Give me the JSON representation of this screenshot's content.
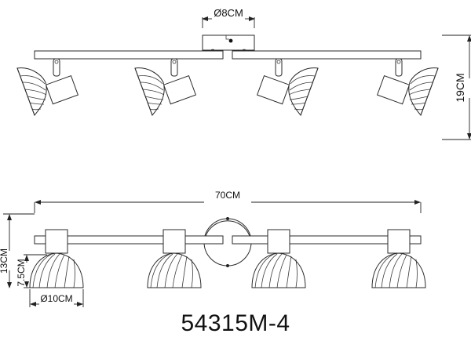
{
  "drawing": {
    "model_number": "54315M-4",
    "views": [
      {
        "name": "side-view",
        "description": "Side elevation: ceiling bar with 4 adjustable spot lamps",
        "dimensions": {
          "base_diameter": "Ø8CM",
          "height": "19CM"
        },
        "lamp_count": 4
      },
      {
        "name": "front-view",
        "description": "Front elevation: bar with round ceiling plate and 4 shades",
        "dimensions": {
          "total_length": "70CM",
          "height": "13CM",
          "shade_height": "7.5CM",
          "shade_diameter": "Ø10CM"
        },
        "lamp_count": 4
      }
    ]
  },
  "colors": {
    "line": "#2a2a2a",
    "background": "#ffffff"
  }
}
